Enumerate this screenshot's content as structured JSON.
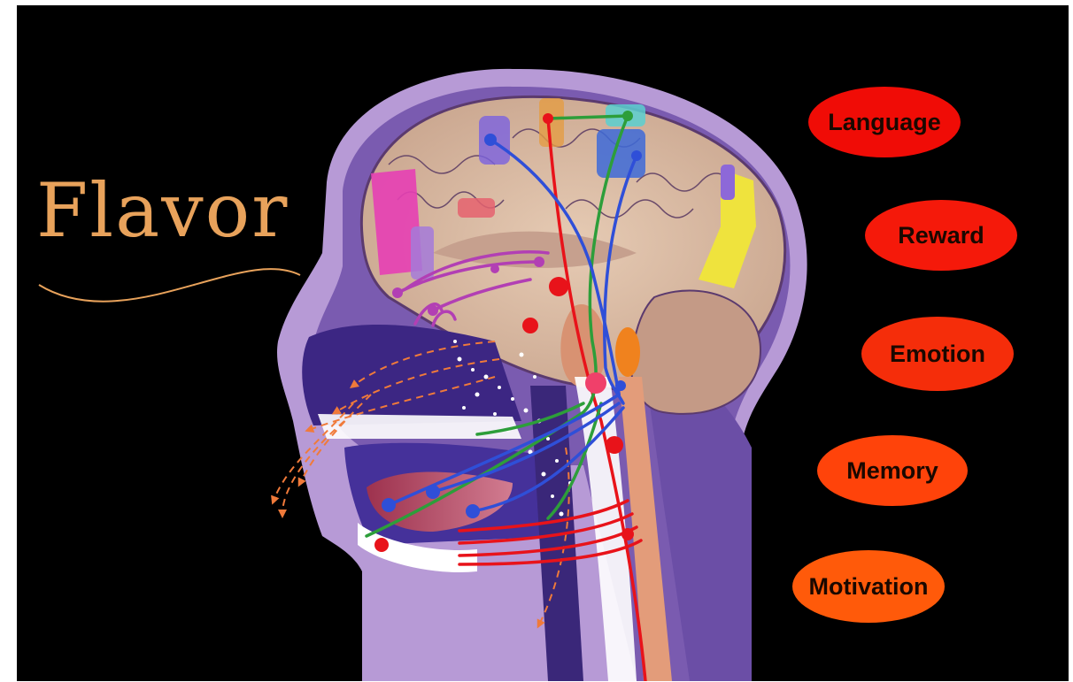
{
  "title": "Flavor",
  "labels": [
    {
      "id": "language",
      "text": "Language"
    },
    {
      "id": "reward",
      "text": "Reward"
    },
    {
      "id": "emotion",
      "text": "Emotion"
    },
    {
      "id": "memory",
      "text": "Memory"
    },
    {
      "id": "motivation",
      "text": "Motivation"
    }
  ],
  "colors": {
    "background": "#000000",
    "title": "#e8a25b",
    "head_outline": "#b79ad6",
    "head_fill": "#7a5bb0",
    "brain": "#d6b8a2",
    "label_top": "#f00c06",
    "label_bottom": "#ff5a0a",
    "nerve_red": "#e8131a",
    "nerve_green": "#2d9e3a",
    "nerve_blue": "#2f4fd8",
    "nerve_magenta": "#b23fb4",
    "airflow": "#f07a3a"
  }
}
